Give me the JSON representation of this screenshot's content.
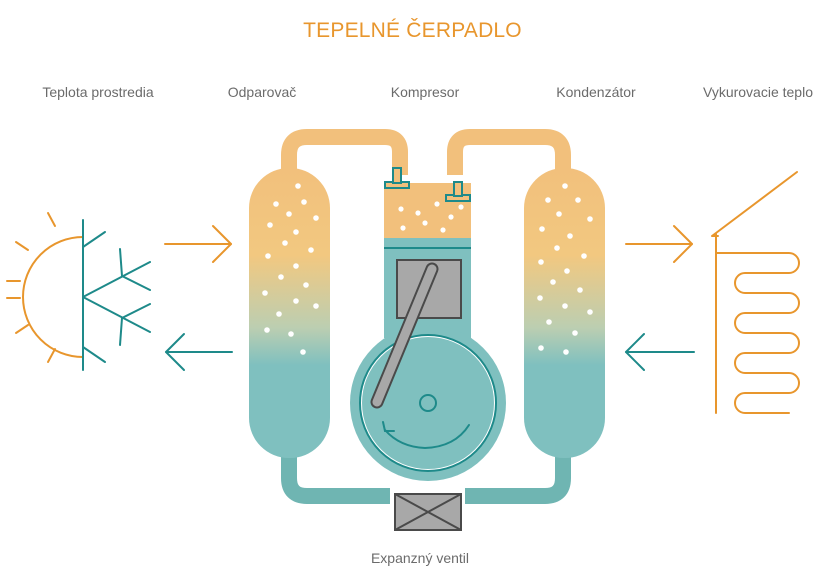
{
  "title": "TEPELNÉ ČERPADLO",
  "labels": {
    "ambient": "Teplota prostredia",
    "evaporator": "Odparovač",
    "compressor": "Kompresor",
    "condenser": "Kondenzátor",
    "heating": "Vykurovacie teplo",
    "expansion_valve": "Expanzný ventil"
  },
  "colors": {
    "warm": "#F2C07C",
    "cool": "#7FC0BF",
    "pipe_teal": "#6FB5B2",
    "line_teal": "#1E8A8A",
    "orange": "#E8962D",
    "gray": "#A8A8A8",
    "outline": "#4A4A4A"
  },
  "icons": [
    "sun-icon",
    "snowflake-icon",
    "radiator-icon",
    "house-roof-icon"
  ]
}
